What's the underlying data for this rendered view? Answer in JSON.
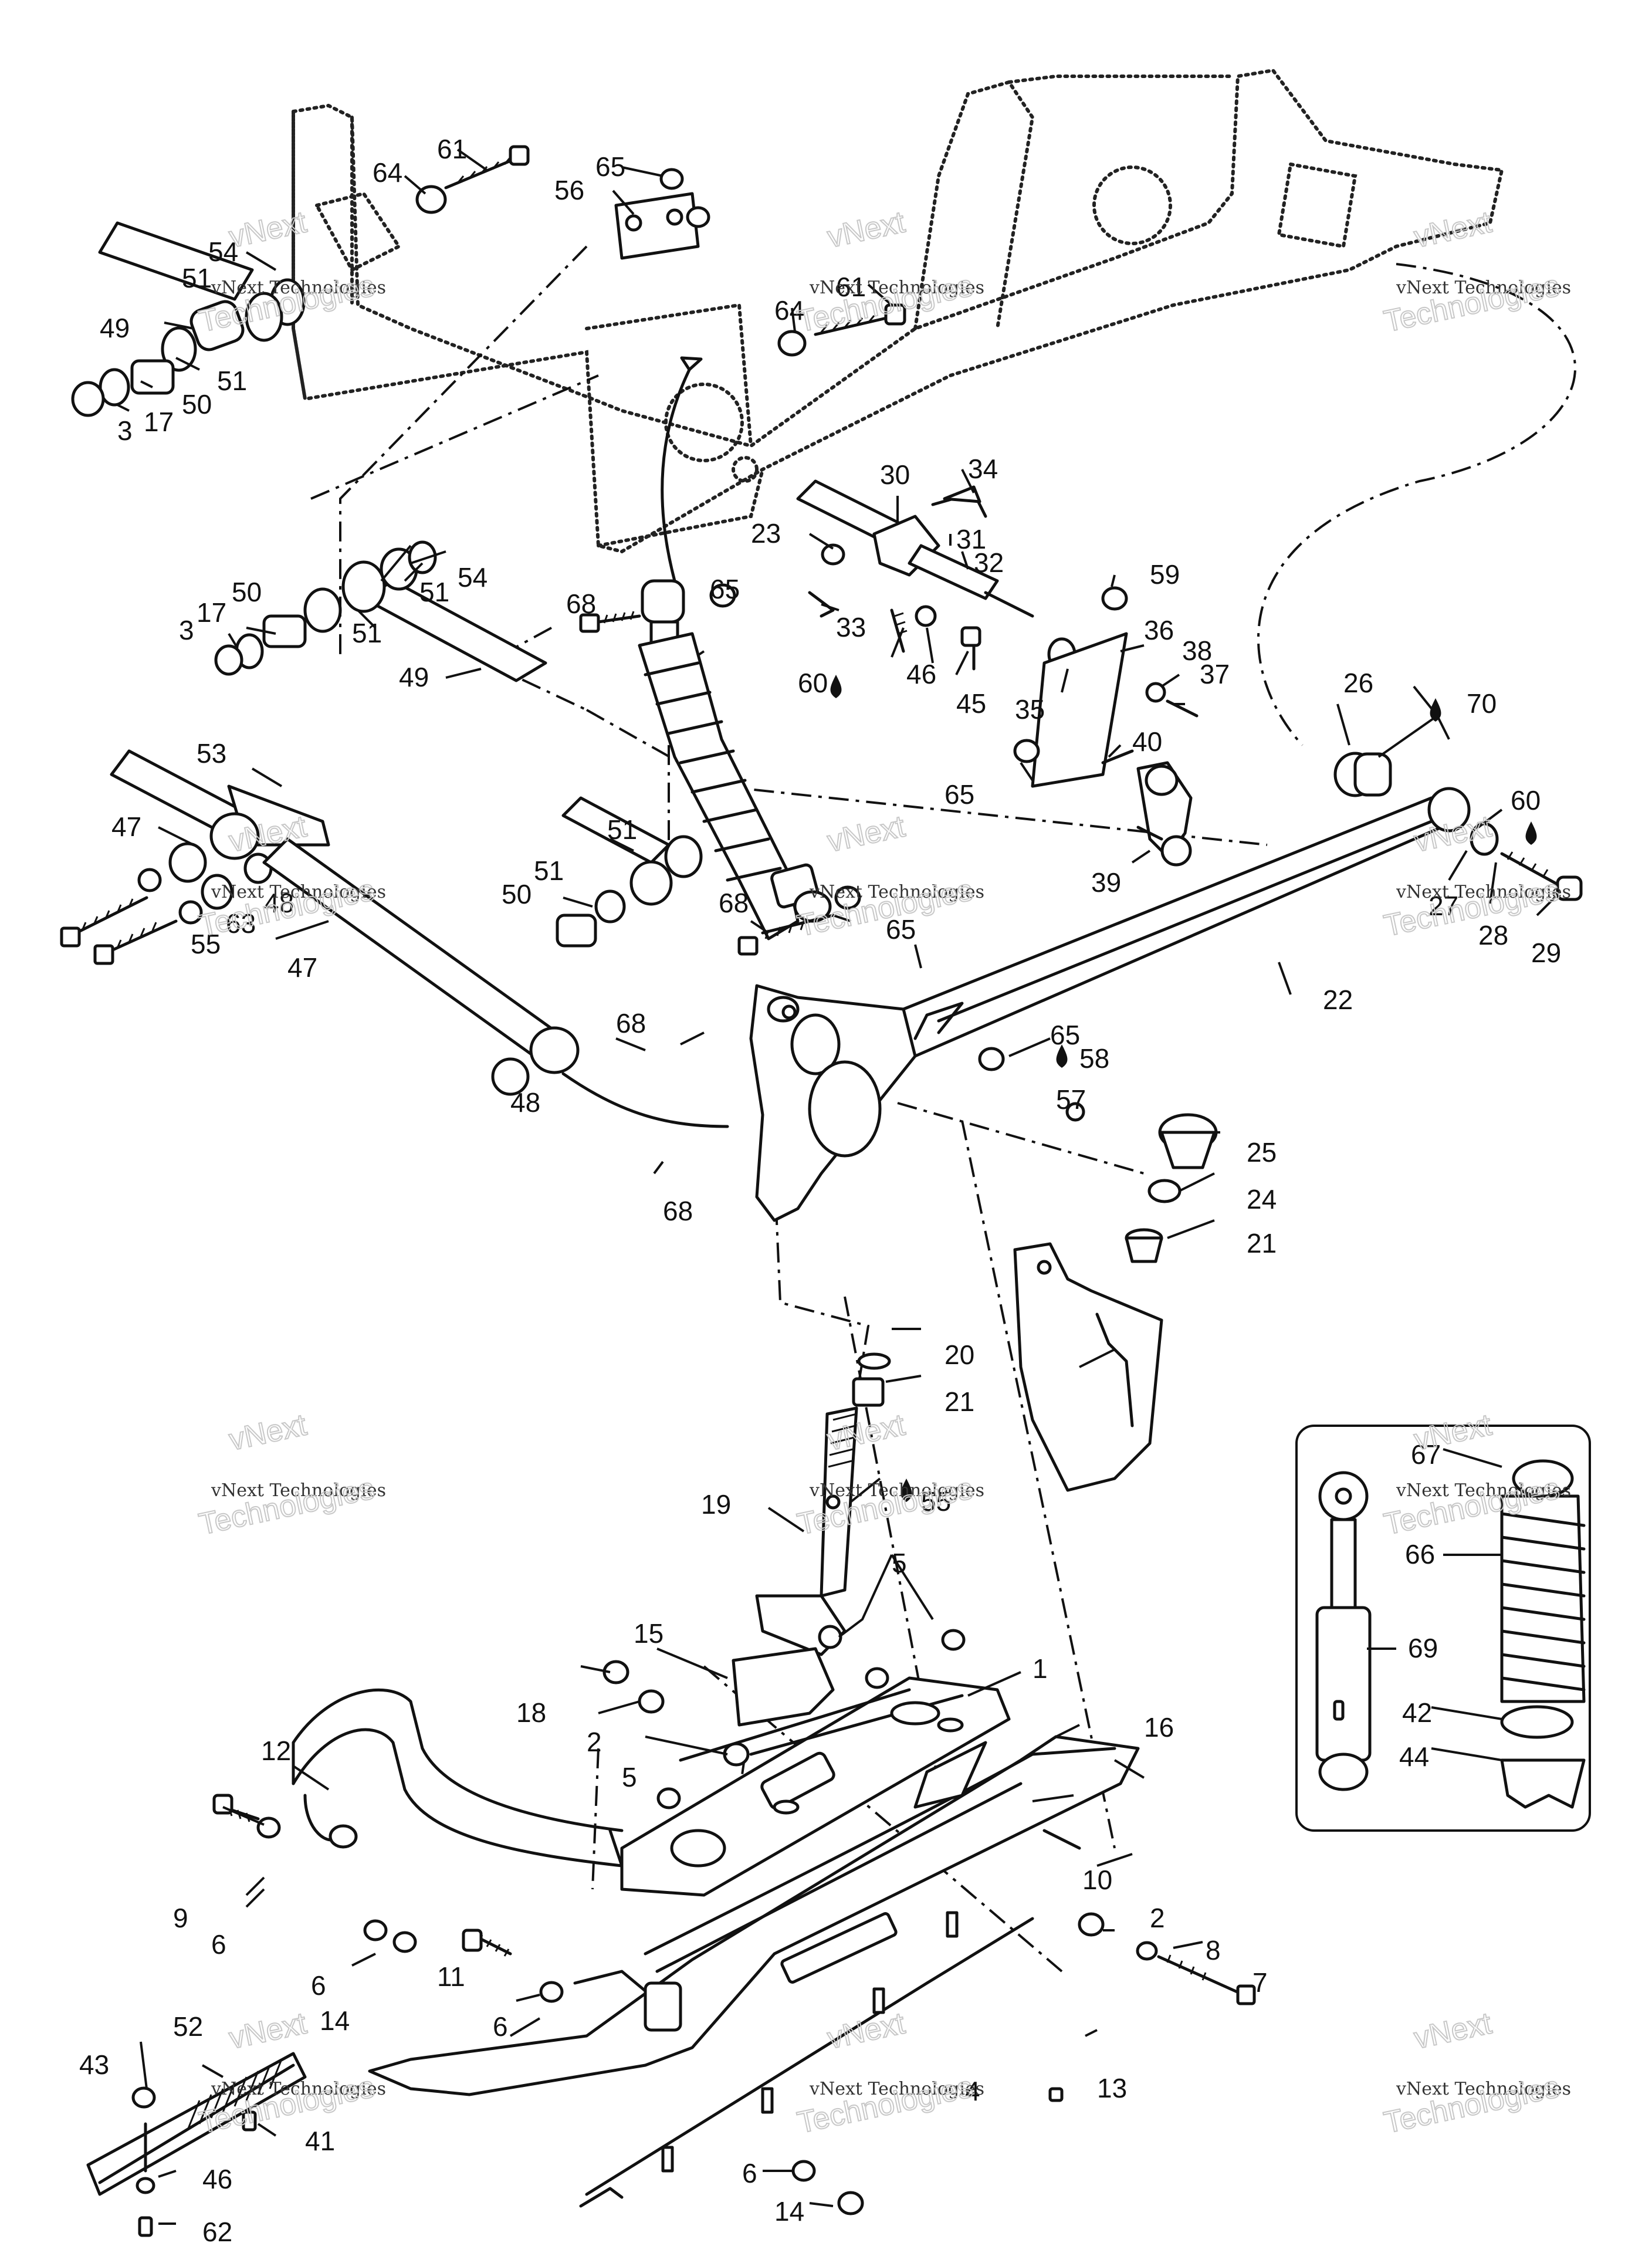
{
  "watermark": {
    "line1": "vNext",
    "line2": "vNext Technologies",
    "line3": "Technologies"
  },
  "callouts": {
    "c1": "1",
    "c2a": "2",
    "c2b": "2",
    "c3a": "3",
    "c3b": "3",
    "c5a": "5",
    "c5b": "5",
    "c6a": "6",
    "c6b": "6",
    "c6c": "6",
    "c6d": "6",
    "c7": "7",
    "c8": "8",
    "c9": "9",
    "c10": "10",
    "c11": "11",
    "c12": "12",
    "c13": "13",
    "c14a": "14",
    "c14b": "14",
    "c15": "15",
    "c16": "16",
    "c17a": "17",
    "c17b": "17",
    "c18": "18",
    "c19": "19",
    "c20": "20",
    "c21a": "21",
    "c21b": "21",
    "c22": "22",
    "c23": "23",
    "c24": "24",
    "c25": "25",
    "c26": "26",
    "c27": "27",
    "c28": "28",
    "c29": "29",
    "c30": "30",
    "c31": "31",
    "c32": "32",
    "c33": "33",
    "c34": "34",
    "c35": "35",
    "c36": "36",
    "c37": "37",
    "c38": "38",
    "c39": "39",
    "c40": "40",
    "c41": "41",
    "c42": "42",
    "c43": "43",
    "c44": "44",
    "c45": "45",
    "c46a": "46",
    "c46b": "46",
    "c47a": "47",
    "c47b": "47",
    "c48a": "48",
    "c48b": "48",
    "c49a": "49",
    "c49b": "49",
    "c50a": "50",
    "c50b": "50",
    "c50c": "50",
    "c51a": "51",
    "c51b": "51",
    "c51c": "51",
    "c51d": "51",
    "c51e": "51",
    "c51f": "51",
    "c52": "52",
    "c53": "53",
    "c54a": "54",
    "c54b": "54",
    "c55": "55",
    "c56": "56",
    "c57": "57",
    "c58": "58",
    "c59": "59",
    "c60a": "60",
    "c60b": "60",
    "c61a": "61",
    "c61b": "61",
    "c62": "62",
    "c63": "63",
    "c64a": "64",
    "c64b": "64",
    "c65a": "65",
    "c65b": "65",
    "c65c": "65",
    "c65d": "65",
    "c65e": "65",
    "c66": "66",
    "c67": "67",
    "c68a": "68",
    "c68b": "68",
    "c68c": "68",
    "c68d": "68",
    "c69": "69",
    "c70": "70"
  },
  "icons": {
    "drop": "drop-icon"
  }
}
